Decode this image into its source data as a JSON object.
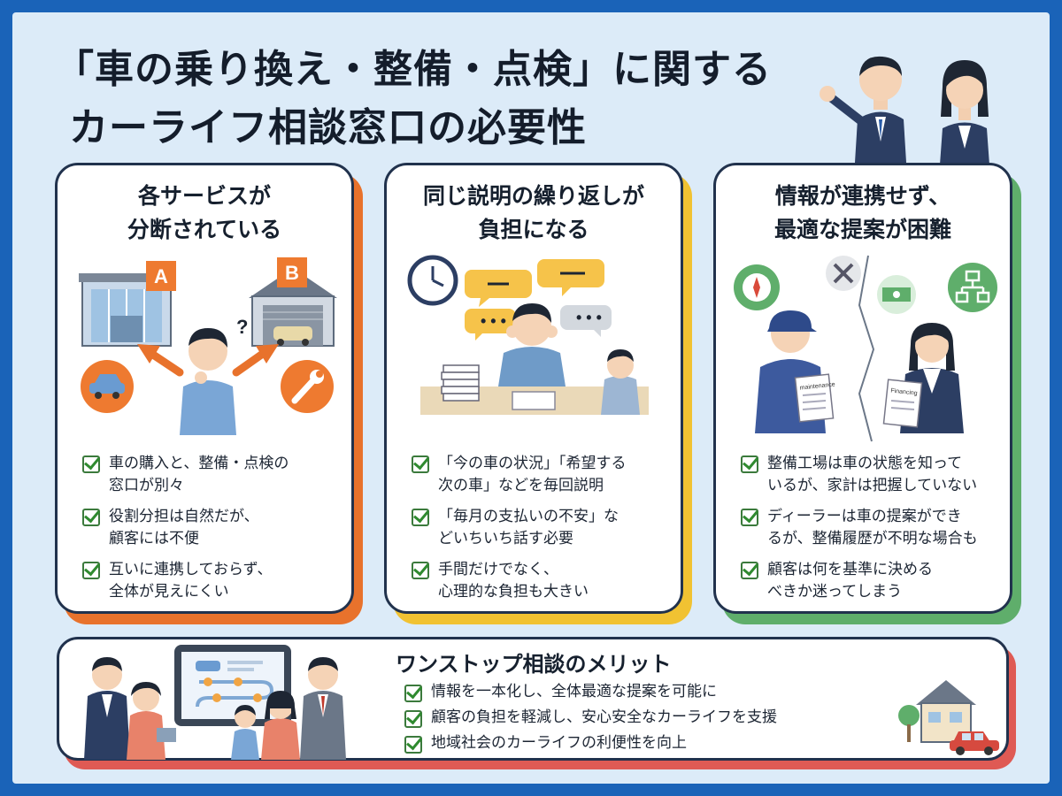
{
  "title": {
    "line1": "「車の乗り換え・整備・点検」に関する",
    "line2": "カーライフ相談窓口の必要性"
  },
  "colors": {
    "frame": "#1a63b8",
    "background": "#dcebf8",
    "card1_accent": "#e8722c",
    "card2_accent": "#f1c232",
    "card3_accent": "#5fae6b",
    "bottom_accent": "#df5a54"
  },
  "cards": [
    {
      "title_lines": [
        "各サービスが",
        "分断されている"
      ],
      "illustration": {
        "badge_a": "A",
        "badge_b": "B",
        "question": "?",
        "icons": [
          "dealership-building-icon",
          "garage-icon",
          "car-icon",
          "wrench-icon"
        ]
      },
      "checks": [
        {
          "lines": [
            "車の購入と、整備・点検の",
            "窓口が別々"
          ]
        },
        {
          "lines": [
            "役割分担は自然だが、",
            "顧客には不便"
          ]
        },
        {
          "lines": [
            "互いに連携しておらず、",
            "全体が見えにくい"
          ]
        }
      ]
    },
    {
      "title_lines": [
        "同じ説明の繰り返しが",
        "負担になる"
      ],
      "illustration": {
        "icons": [
          "clock-icon",
          "speech-bubble-icon",
          "paper-stack-icon"
        ]
      },
      "checks": [
        {
          "lines": [
            "「今の車の状況」「希望する",
            "次の車」などを毎回説明"
          ]
        },
        {
          "lines": [
            "「毎月の支払いの不安」な",
            "どいちいち話す必要"
          ]
        },
        {
          "lines": [
            "手間だけでなく、",
            "心理的な負担も大きい"
          ]
        }
      ]
    },
    {
      "title_lines": [
        "情報が連携せず、",
        "最適な提案が困難"
      ],
      "illustration": {
        "doc_left": "maintenance",
        "doc_right": "Financing",
        "icons": [
          "compass-icon",
          "tools-icon",
          "money-icon",
          "flowchart-icon"
        ]
      },
      "checks": [
        {
          "lines": [
            "整備工場は車の状態を知って",
            "いるが、家計は把握していない"
          ]
        },
        {
          "lines": [
            "ディーラーは車の提案ができ",
            "るが、整備履歴が不明な場合も"
          ]
        },
        {
          "lines": [
            "顧客は何を基準に決める",
            "べきか迷ってしまう"
          ]
        }
      ]
    }
  ],
  "merit": {
    "title": "ワンストップ相談のメリット",
    "items": [
      "情報を一本化し、全体最適な提案を可能に",
      "顧客の負担を軽減し、安心安全なカーライフを支援",
      "地域社会のカーライフの利便性を向上"
    ]
  }
}
